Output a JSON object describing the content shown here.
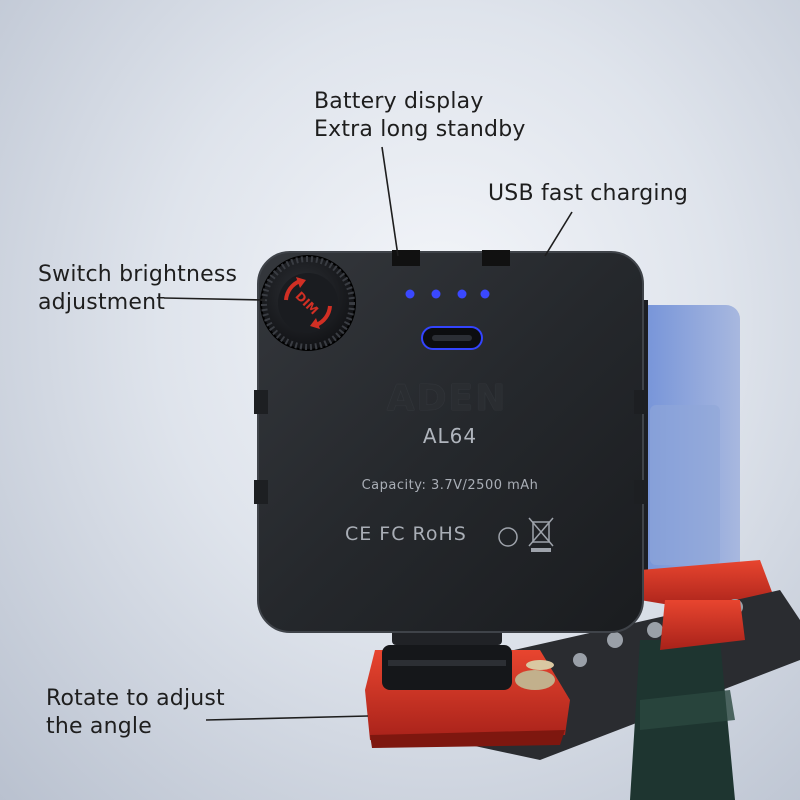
{
  "callouts": {
    "battery_line1": "Battery display",
    "battery_line2": "Extra long standby",
    "usb": "USB fast charging",
    "switch_line1": "Switch brightness",
    "switch_line2": "adjustment",
    "rotate_line1": "Rotate to adjust",
    "rotate_line2": "the angle"
  },
  "device": {
    "brand": "ADEN",
    "model": "AL64",
    "capacity": "Capacity:  3.7V/2500 mAh",
    "certifications": "CE FC RoHS",
    "dial_label": "DIM"
  },
  "colors": {
    "accent_red": "#d12f24",
    "led_blue": "#3a48ff"
  }
}
